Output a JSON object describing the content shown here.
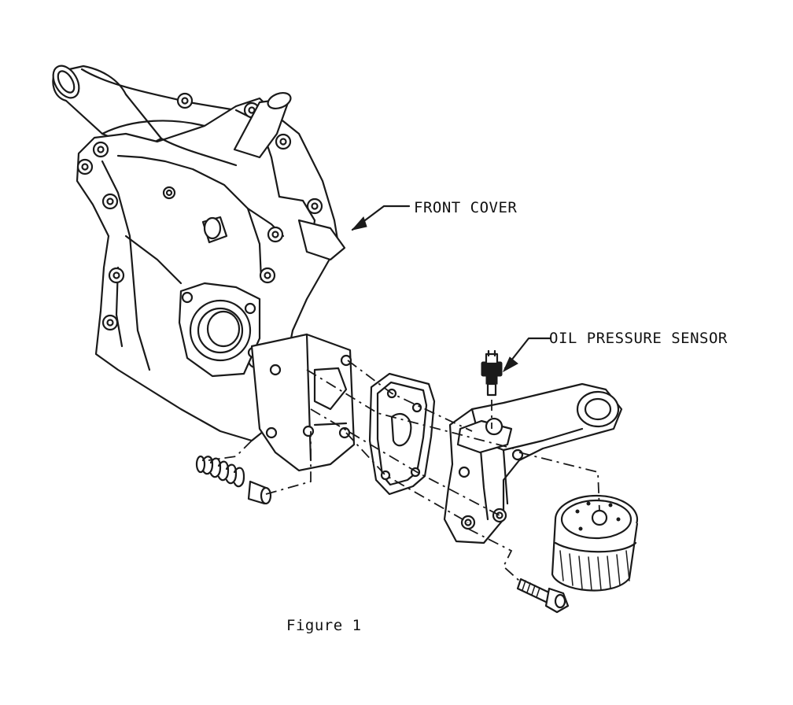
{
  "labels": {
    "front_cover": "FRONT COVER",
    "oil_pressure_sensor": "OIL PRESSURE SENSOR"
  },
  "caption": "Figure 1"
}
